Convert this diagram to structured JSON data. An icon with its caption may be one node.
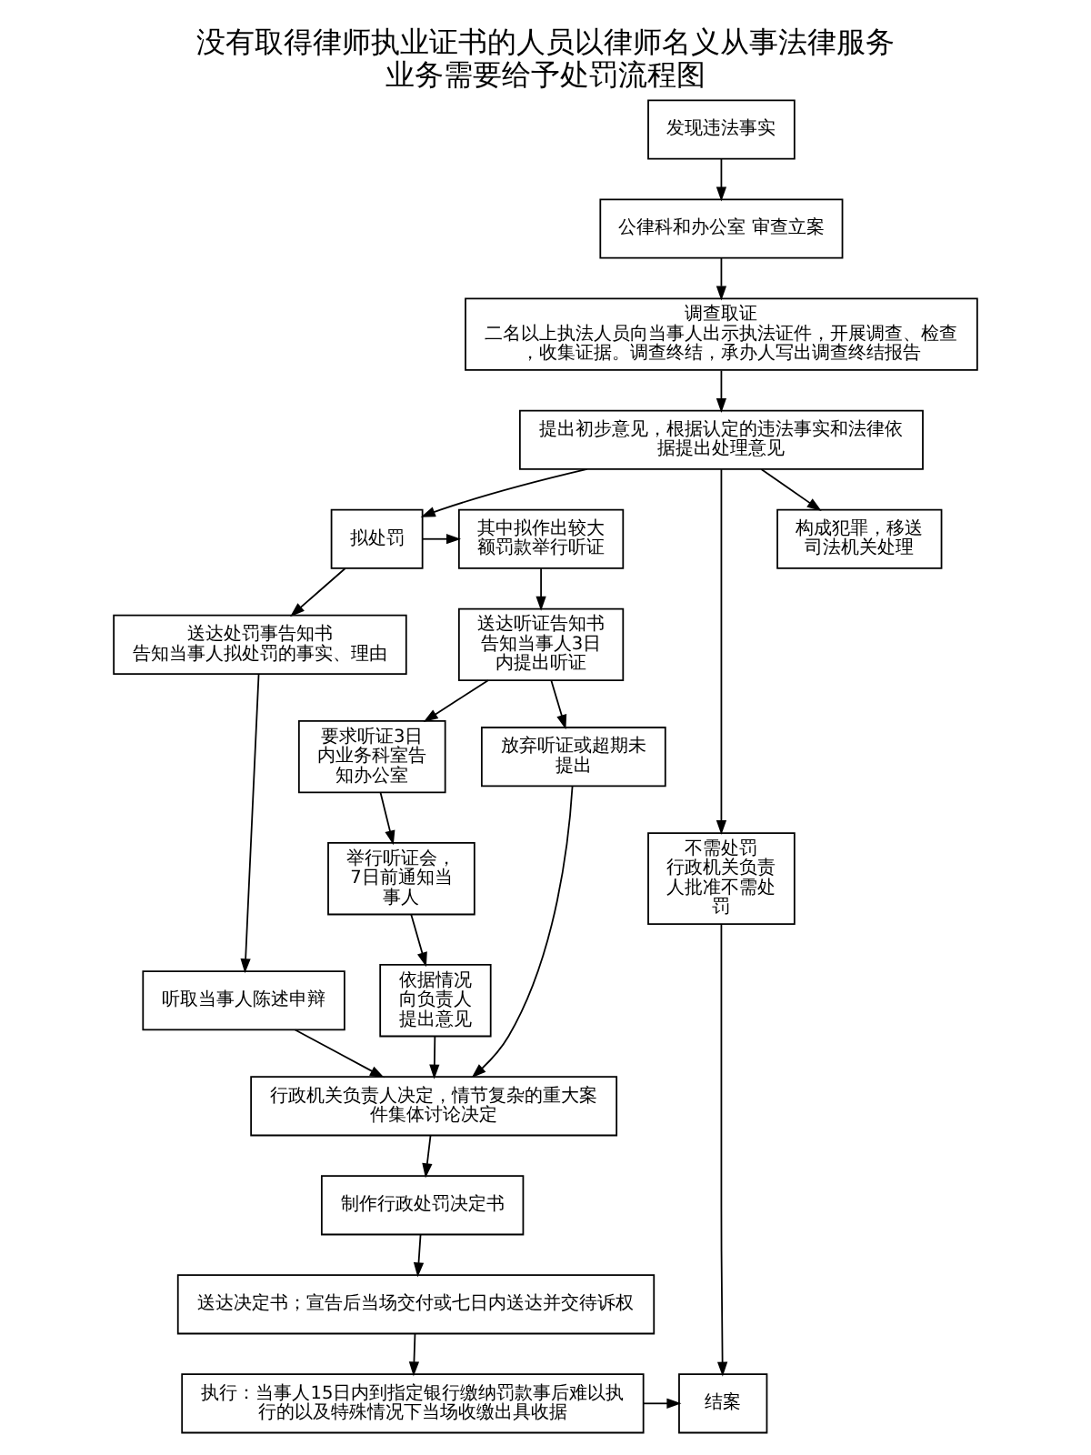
{
  "diagram": {
    "title": "没有取得律师执业证书的人员以律师名义从事法律服务业务需要给予处罚流程图",
    "nodes": [
      {
        "text": [
          "发现违法事实"
        ]
      },
      {
        "text": [
          "公律科和办公室 审查立案"
        ]
      },
      {
        "text": [
          "调查取证",
          "二名以上执法人员向当事人出示执法证件，开展调查、检查，收集证据。调查终结，承办人写出调查终结报告"
        ]
      },
      {
        "text": [
          "提出初步意见，根据认定的违法事实和法律依据提出处理意见"
        ]
      },
      {
        "text": [
          "不需处罚",
          "行政机关负责人批准不需处罚"
        ]
      },
      {
        "text": [
          "拟处罚"
        ]
      },
      {
        "text": [
          "其中拟作出较大额罚款举行听证"
        ]
      },
      {
        "text": [
          "构成犯罪，移送司法机关处理"
        ]
      },
      {
        "text": [
          "送达处罚事告知书",
          "告知当事人拟处罚的事实、理由"
        ]
      },
      {
        "text": [
          "送达听证告知书告知当事人3日内提出听证"
        ]
      },
      {
        "text": [
          "要求听证3日内业务科室告知办公室"
        ]
      },
      {
        "text": [
          "听取当事人陈述申辩"
        ]
      },
      {
        "text": [
          "放弃听证或超期未提出"
        ]
      },
      {
        "text": [
          "行政机关负责人决定，情节复杂的重大案件集体讨论决定"
        ]
      },
      {
        "text": [
          "依据情况向负责人提出意见"
        ]
      },
      {
        "text": [
          "举行听证会，7日前通知当事人"
        ]
      },
      {
        "text": [
          "制作行政处罚决定书"
        ]
      },
      {
        "text": [
          "送达决定书；宣告后当场交付或七日内送达并交待诉权"
        ]
      },
      {
        "text": [
          "结案"
        ]
      },
      {
        "text": [
          "执行：当事人15日内到指定银行缴纳罚款事后难以执行的以及特殊情况下当场收缴出具收据"
        ]
      }
    ],
    "edges": [
      {
        "from": 0,
        "to": 1,
        "arrow": "to"
      },
      {
        "from": 1,
        "to": 2,
        "arrow": "to"
      },
      {
        "from": 2,
        "to": 3,
        "arrow": "to"
      },
      {
        "from": 3,
        "to": 4,
        "arrow": "to"
      },
      {
        "from": 3,
        "to": 5,
        "arrow": "to"
      },
      {
        "from": 3,
        "to": 7,
        "arrow": "to"
      },
      {
        "from": 5,
        "to": 6,
        "arrow": "to"
      },
      {
        "from": 5,
        "to": 8,
        "arrow": "to"
      },
      {
        "from": 6,
        "to": 9,
        "arrow": "to"
      },
      {
        "from": 9,
        "to": 10,
        "arrow": "to"
      },
      {
        "from": 9,
        "to": 12,
        "arrow": "to"
      },
      {
        "from": 8,
        "to": 11,
        "arrow": "to"
      },
      {
        "from": 11,
        "to": 13,
        "arrow": "to"
      },
      {
        "from": 12,
        "to": 13,
        "arrow": "to"
      },
      {
        "from": 10,
        "to": 15,
        "arrow": "to"
      },
      {
        "from": 15,
        "to": 14,
        "arrow": "to"
      },
      {
        "from": 14,
        "to": 13,
        "arrow": "to"
      },
      {
        "from": 13,
        "to": 16,
        "arrow": "to"
      },
      {
        "from": 16,
        "to": 17,
        "arrow": "to"
      },
      {
        "from": 17,
        "to": 19,
        "arrow": "to"
      },
      {
        "from": 19,
        "to": 18,
        "arrow": "to"
      },
      {
        "from": 4,
        "to": 18,
        "arrow": "to"
      }
    ]
  }
}
